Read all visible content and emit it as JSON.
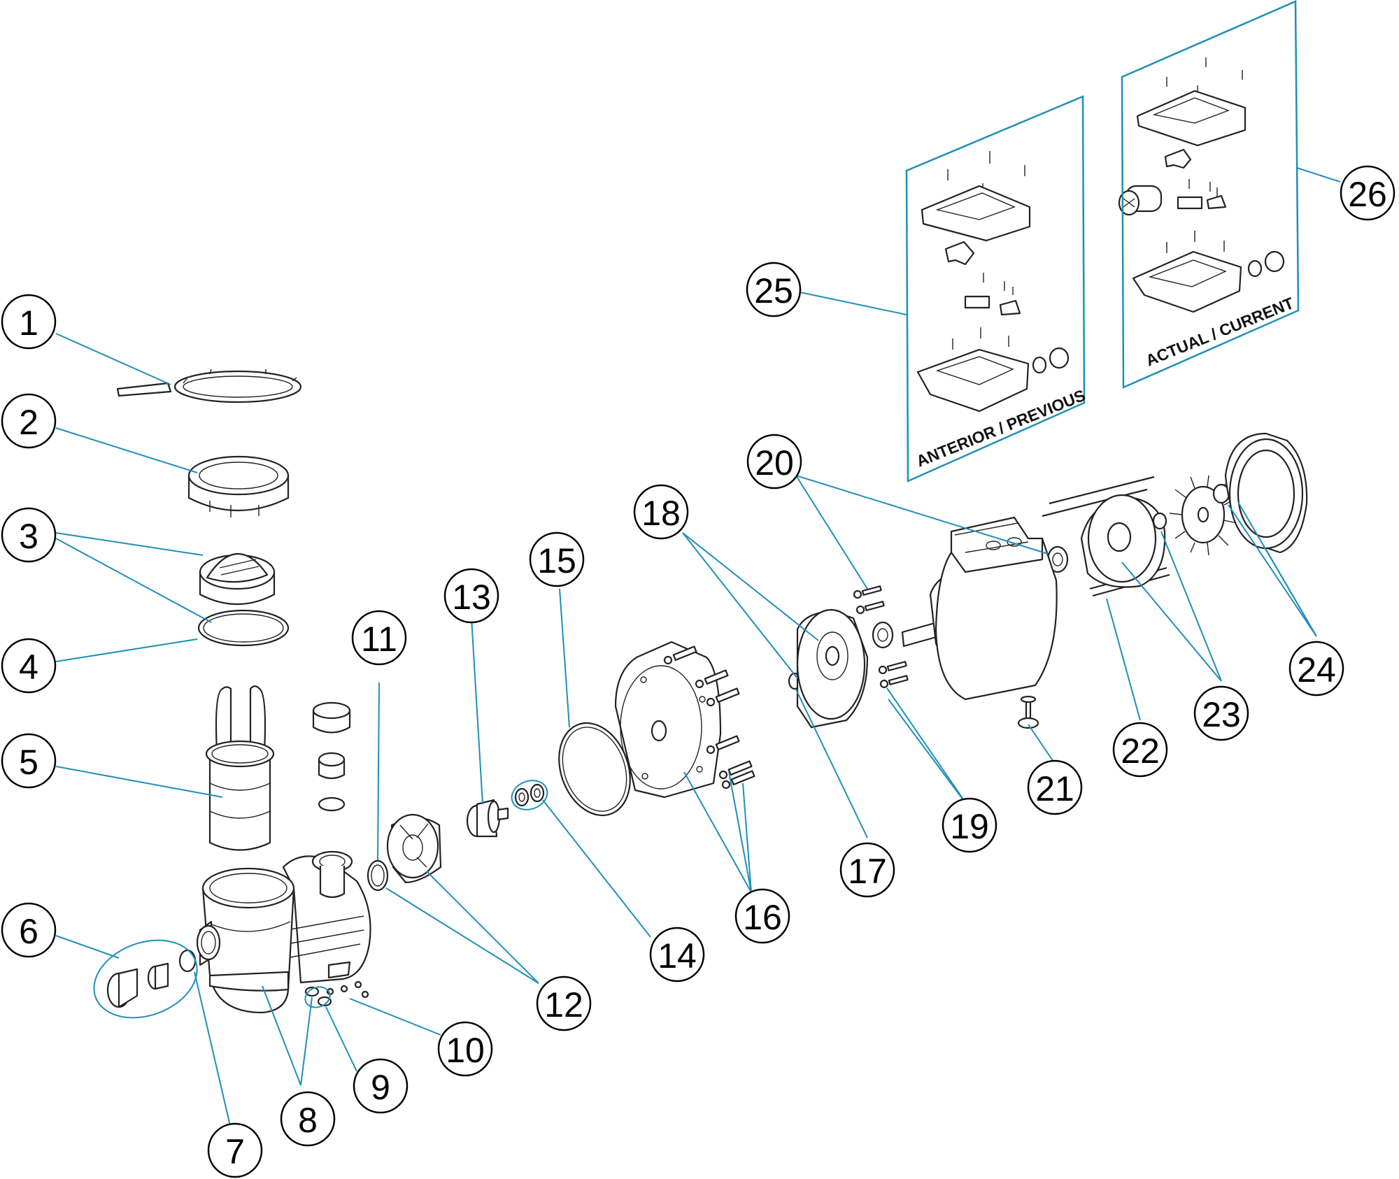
{
  "callouts": [
    {
      "label": "1"
    },
    {
      "label": "2"
    },
    {
      "label": "3"
    },
    {
      "label": "4"
    },
    {
      "label": "5"
    },
    {
      "label": "6"
    },
    {
      "label": "7"
    },
    {
      "label": "8"
    },
    {
      "label": "9"
    },
    {
      "label": "10"
    },
    {
      "label": "11"
    },
    {
      "label": "12"
    },
    {
      "label": "13"
    },
    {
      "label": "14"
    },
    {
      "label": "15"
    },
    {
      "label": "16"
    },
    {
      "label": "17"
    },
    {
      "label": "18"
    },
    {
      "label": "19"
    },
    {
      "label": "20"
    },
    {
      "label": "21"
    },
    {
      "label": "22"
    },
    {
      "label": "23"
    },
    {
      "label": "24"
    },
    {
      "label": "25"
    },
    {
      "label": "26"
    }
  ],
  "panels": {
    "previous": {
      "label": "ANTERIOR / PREVIOUS"
    },
    "current": {
      "label": "ACTUAL / CURRENT"
    }
  },
  "colors": {
    "leader": "#1e8fb8",
    "line": "#222222",
    "background": "#ffffff"
  }
}
